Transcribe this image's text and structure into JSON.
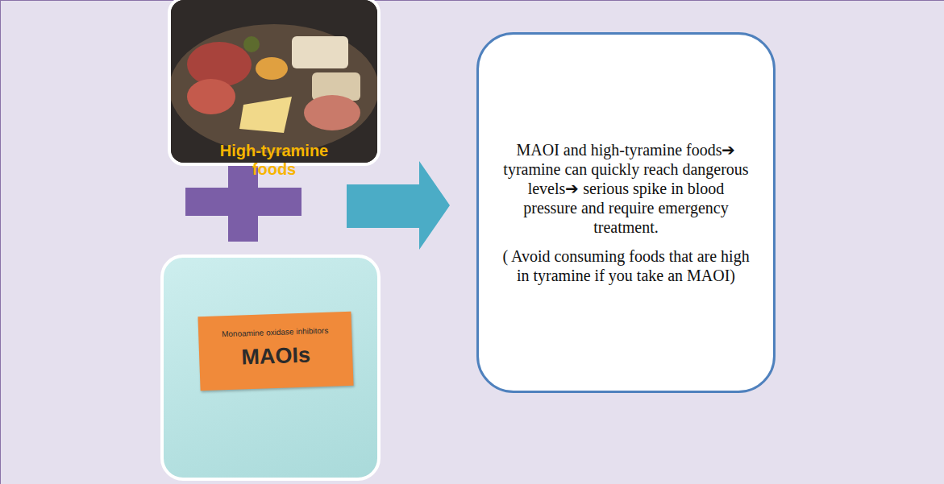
{
  "diagram": {
    "nodes": [
      {
        "text": [
          "High-tyramine foods"
        ]
      },
      {
        "text": [
          "Monoamine oxidase inhibitors",
          "MAOIs"
        ]
      },
      {
        "text": [
          "MAOI and high-tyramine foods➔ tyramine can quickly reach dangerous levels➔ serious spike in blood pressure and require emergency treatment.",
          "( Avoid consuming foods that are high in tyramine if you take an MAOI)"
        ]
      }
    ]
  }
}
